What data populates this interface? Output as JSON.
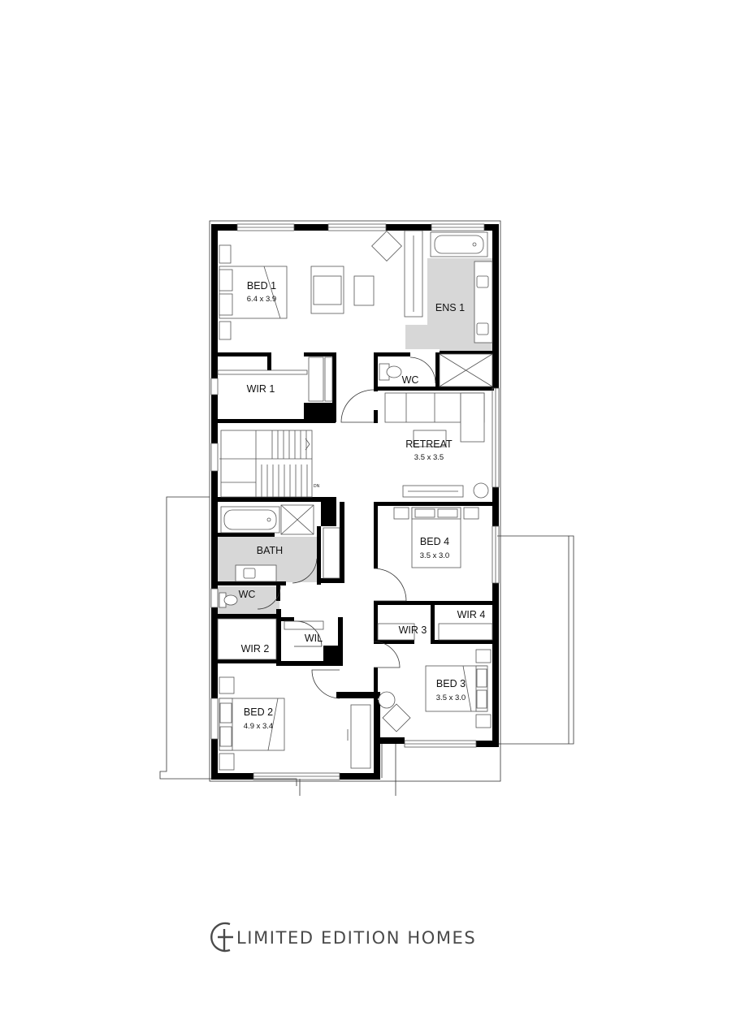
{
  "rooms": {
    "bed1": {
      "name": "BED 1",
      "size": "6.4 x 3.9"
    },
    "wir1": {
      "name": "WIR 1"
    },
    "ens1": {
      "name": "ENS 1"
    },
    "wc_ens": {
      "name": "WC"
    },
    "retreat": {
      "name": "RETREAT",
      "size": "3.5 x 3.5"
    },
    "bed4": {
      "name": "BED 4",
      "size": "3.5 x 3.0"
    },
    "bath": {
      "name": "BATH"
    },
    "wc_bath": {
      "name": "WC"
    },
    "wil": {
      "name": "WIL"
    },
    "wir2": {
      "name": "WIR 2"
    },
    "wir3": {
      "name": "WIR 3"
    },
    "wir4": {
      "name": "WIR 4"
    },
    "bed2": {
      "name": "BED 2",
      "size": "4.9 x 3.4"
    },
    "bed3": {
      "name": "BED 3",
      "size": "3.5 x 3.0"
    }
  },
  "stair_label": "DN",
  "brand": {
    "name": "LIMITED EDITION HOMES",
    "logo_icon": "circle-plus-logo-icon"
  },
  "colors": {
    "wall": "#000000",
    "wet_area": "#d7d7d7",
    "brand_text": "#4a4a4a"
  }
}
